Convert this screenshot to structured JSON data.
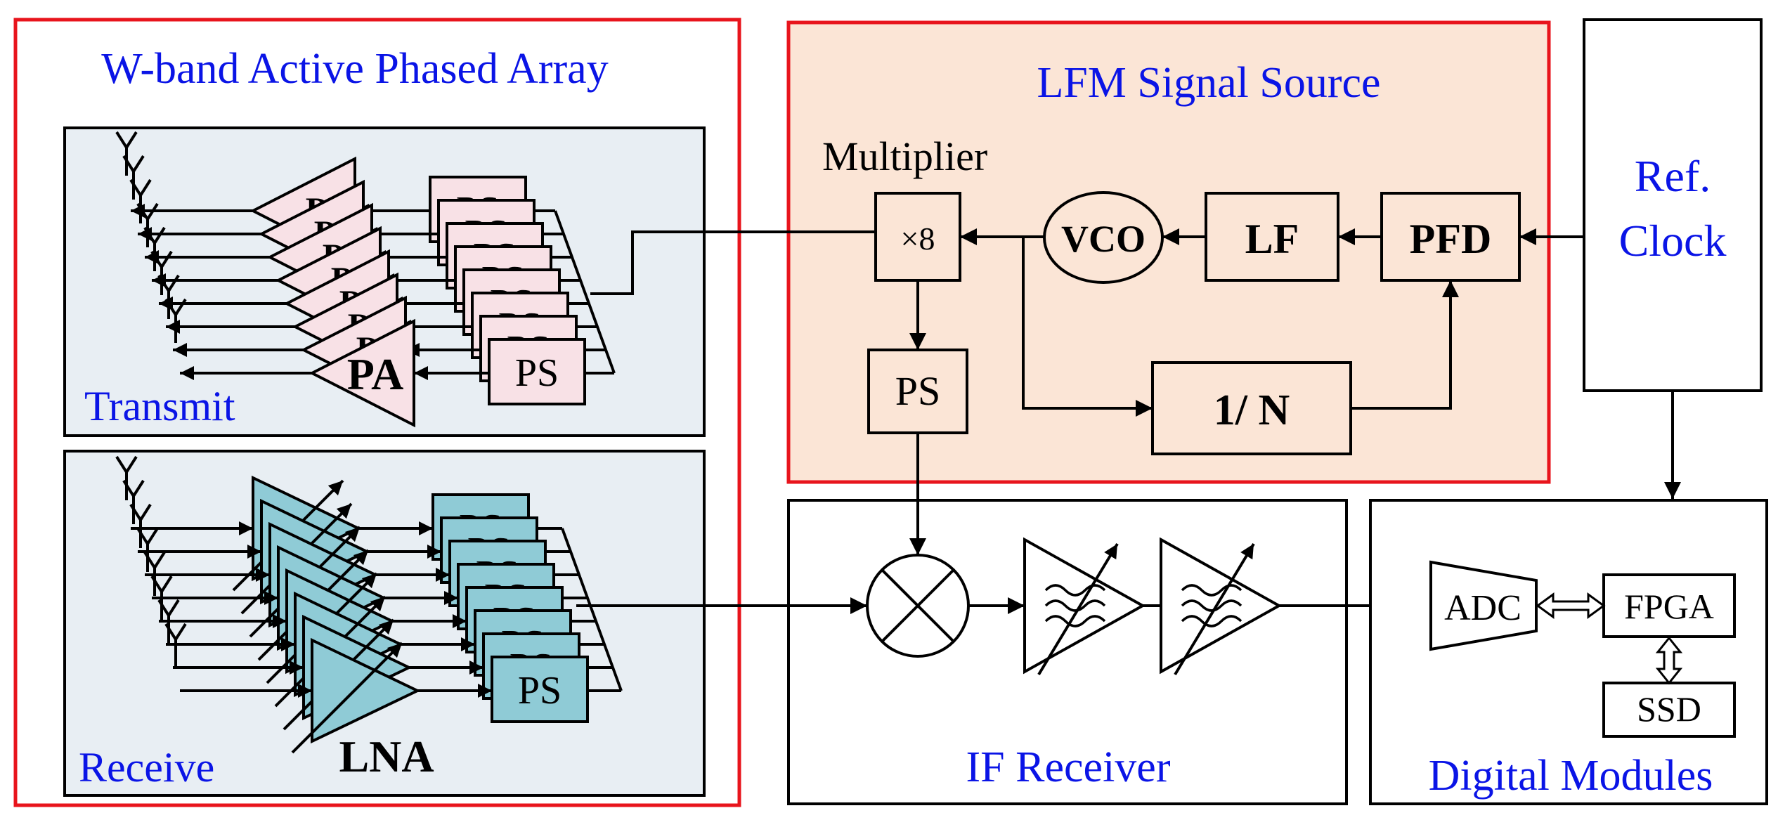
{
  "phased_array": {
    "title": "W-band Active Phased Array",
    "transmit_label": "Transmit",
    "receive_label": "Receive",
    "pa_label": "PA",
    "lna_label": "LNA",
    "ps_label": "PS",
    "stack_fragment_ps": "PS",
    "stack_fragment_pa": "P"
  },
  "lfm": {
    "title": "LFM Signal Source",
    "multiplier_title": "Multiplier",
    "multiplier_value": "×8",
    "vco": "VCO",
    "lf": "LF",
    "pfd": "PFD",
    "divider": "1/ N",
    "ps": "PS"
  },
  "ref_clock": {
    "line1": "Ref.",
    "line2": "Clock"
  },
  "if_receiver": {
    "title": "IF Receiver"
  },
  "digital": {
    "title": "Digital Modules",
    "adc": "ADC",
    "fpga": "FPGA",
    "ssd": "SSD"
  },
  "colors": {
    "label_blue": "#0a14e6",
    "red_border": "#e8141c",
    "lfm_fill": "#fbe5d6",
    "array_fill": "#e8eef3",
    "transmit_element_fill": "#f8e1e6",
    "receive_element_fill": "#8fcbd6"
  }
}
